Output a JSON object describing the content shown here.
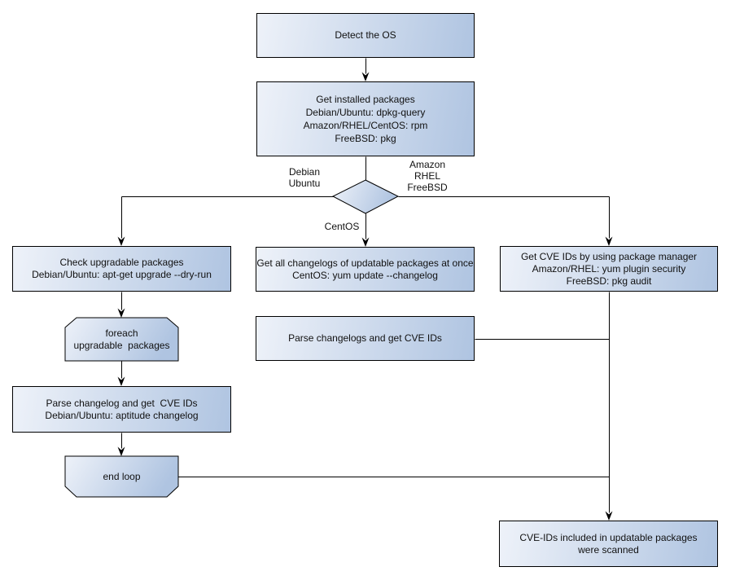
{
  "diagram": {
    "background": "#ffffff",
    "colors": {
      "node_fill_light": "#eef2f9",
      "node_fill_dark": "#afc4e1",
      "node_border": "#000000",
      "connector": "#000000",
      "text": "#111111"
    },
    "nodes": {
      "detect_os": "Detect the OS",
      "get_installed_packages": "Get installed packages\nDebian/Ubuntu: dpkg-query\nAmazon/RHEL/CentOS: rpm\nFreeBSD: pkg",
      "check_upgradable": "Check upgradable packages\nDebian/Ubuntu: apt-get upgrade --dry-run",
      "foreach_loop": "foreach\nupgradable  packages",
      "parse_changelog": "Parse changelog and get  CVE IDs\nDebian/Ubuntu: aptitude changelog",
      "end_loop": "end loop",
      "get_all_changelogs": "Get all changelogs of updatable packages at once\nCentOS: yum update --changelog",
      "parse_changelogs": "Parse changelogs and get CVE IDs",
      "get_cve_ids": "Get CVE IDs by using package manager\nAmazon/RHEL: yum plugin security\nFreeBSD: pkg audit",
      "result": "CVE-IDs included in updatable packages\nwere scanned"
    },
    "edge_labels": {
      "left_branch": "Debian\nUbuntu",
      "right_branch": "Amazon\nRHEL\nFreeBSD",
      "middle_branch": "CentOS"
    }
  }
}
